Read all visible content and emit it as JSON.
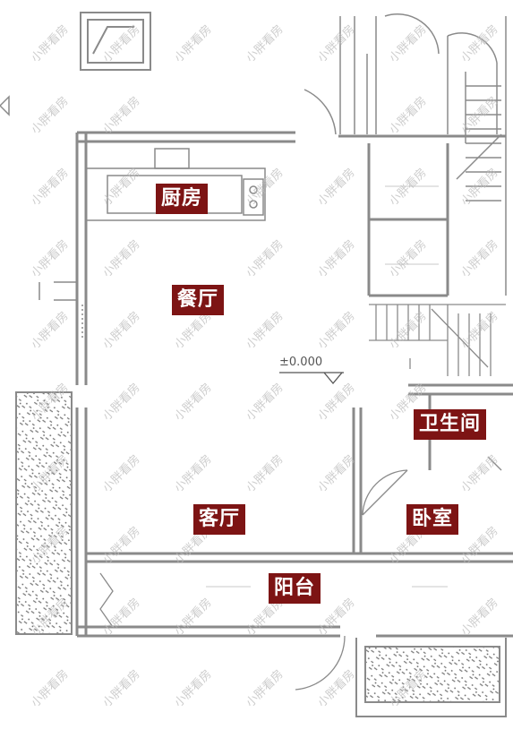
{
  "rooms": {
    "kitchen": "厨房",
    "dining_room": "餐厅",
    "living_room": "客厅",
    "bathroom": "卫生间",
    "bedroom": "卧室",
    "balcony": "阳台"
  },
  "elevation": "±0.000",
  "watermark_text": "小胖看房",
  "colors": {
    "label_bg": "#7d1414",
    "label_text": "#ffffff",
    "wall": "#8a8a8a",
    "line": "#9a9a9a"
  }
}
